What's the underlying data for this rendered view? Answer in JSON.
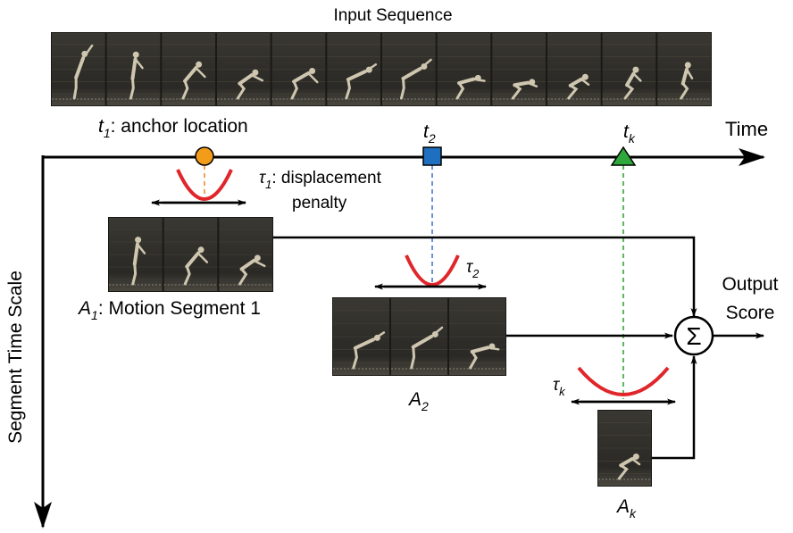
{
  "title": "Input Sequence",
  "axes": {
    "time_label": "Time",
    "scale_label": "Segment Time Scale"
  },
  "anchors": [
    {
      "sym": "t",
      "sub": "1",
      "suffix": ": anchor location",
      "marker": "circle",
      "color": "#f39c1a",
      "line_color": "#f0a25a"
    },
    {
      "sym": "t",
      "sub": "2",
      "suffix": "",
      "marker": "square",
      "color": "#1f6fc0",
      "line_color": "#6f93d0"
    },
    {
      "sym": "t",
      "sub": "k",
      "suffix": "",
      "marker": "triangle",
      "color": "#2ea83a",
      "line_color": "#5cb85c"
    }
  ],
  "penalties": [
    {
      "sym": "τ",
      "sub": "1",
      "suffix": ": displacement",
      "line2": "penalty"
    },
    {
      "sym": "τ",
      "sub": "2",
      "suffix": "",
      "line2": ""
    },
    {
      "sym": "τ",
      "sub": "k",
      "suffix": "",
      "line2": ""
    }
  ],
  "segments": [
    {
      "sym": "A",
      "sub": "1",
      "suffix": ": Motion Segment 1"
    },
    {
      "sym": "A",
      "sub": "2",
      "suffix": ""
    },
    {
      "sym": "A",
      "sub": "k",
      "suffix": ""
    }
  ],
  "output": {
    "line1": "Output",
    "line2": "Score",
    "sum_symbol": "Σ"
  },
  "colors": {
    "penalty_curve": "#e0262b",
    "photo_bg": "#2b2a26",
    "photo_figure": "#cfc6b0"
  }
}
